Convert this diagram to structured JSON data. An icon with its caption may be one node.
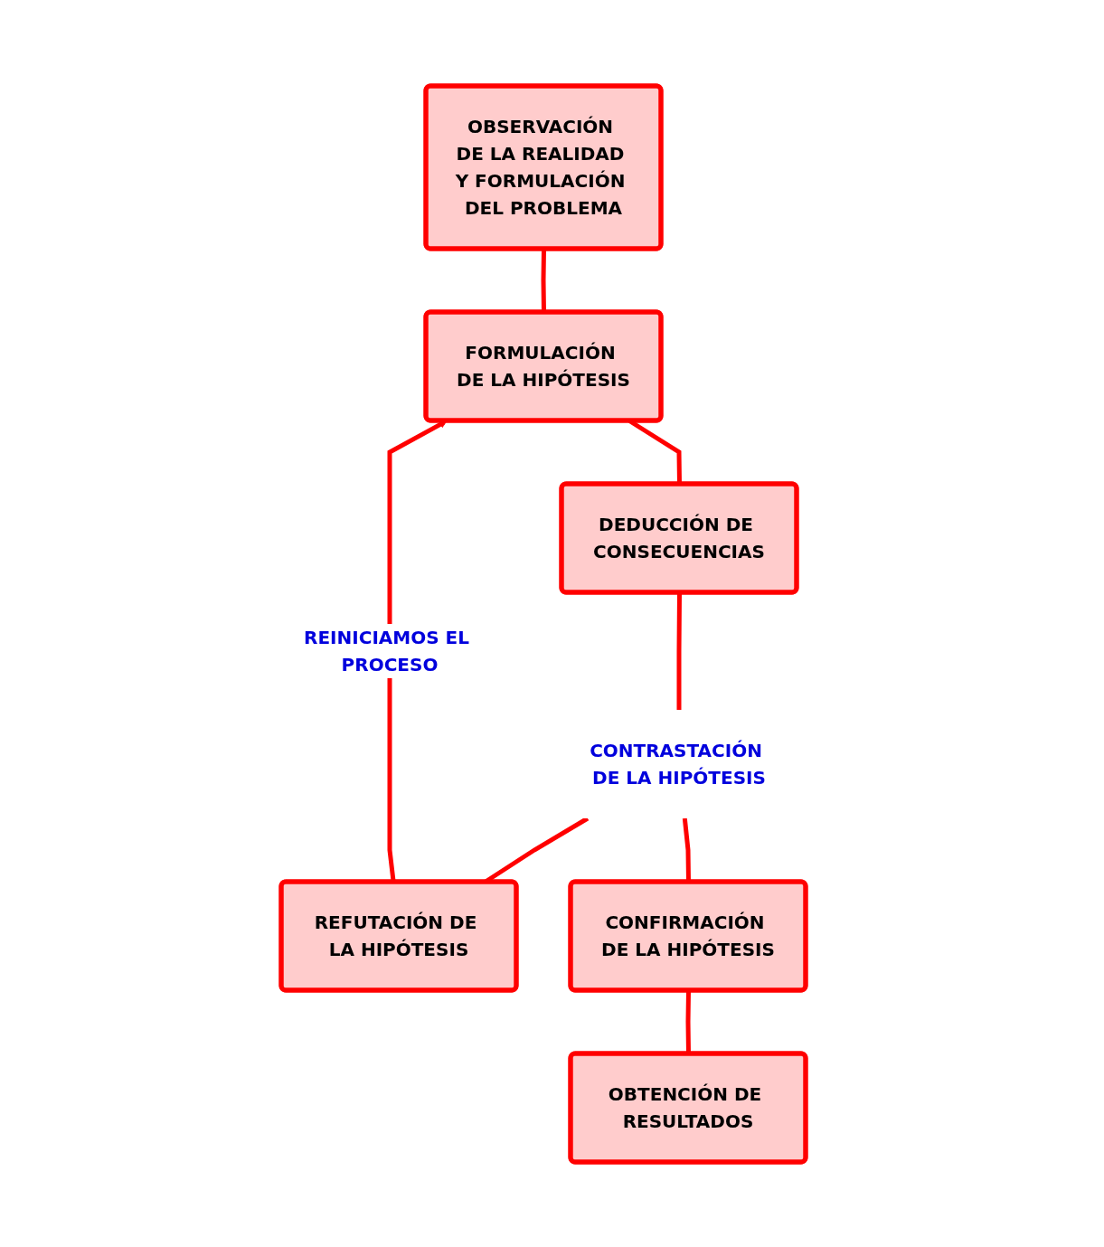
{
  "diagram": {
    "nodes": [
      {
        "text": [
          "OBSERVACIÓN DE LA REALIDAD Y FORMULACIÓN DEL PROBLEMA"
        ]
      },
      {
        "text": [
          "FORMULACIÓN DE LA HIPÓTESIS"
        ]
      },
      {
        "text": [
          "DEDUCCIÓN DE CONSECUENCIAS"
        ]
      },
      {
        "text": [
          "CONTRASTACIÓN DE LA HIPÓTESIS"
        ]
      },
      {
        "text": [
          "REFUTACIÓN DE LA HIPÓTESIS"
        ]
      },
      {
        "text": [
          "CONFIRMACIÓN DE LA HIPÓTESIS"
        ]
      },
      {
        "text": [
          "OBTENCIÓN DE RESULTADOS"
        ]
      }
    ],
    "edges": [
      {
        "from": 0,
        "to": 1,
        "arrow": "none"
      },
      {
        "from": 1,
        "to": 2,
        "arrow": "none"
      },
      {
        "from": 2,
        "to": 3,
        "arrow": "none"
      },
      {
        "from": 3,
        "to": 4,
        "arrow": "none"
      },
      {
        "from": 3,
        "to": 5,
        "arrow": "none"
      },
      {
        "from": 5,
        "to": 6,
        "arrow": "none"
      },
      {
        "from": 4,
        "to": 1,
        "arrow": "to",
        "label": "REINICIAMOS EL PROCESO"
      }
    ]
  }
}
